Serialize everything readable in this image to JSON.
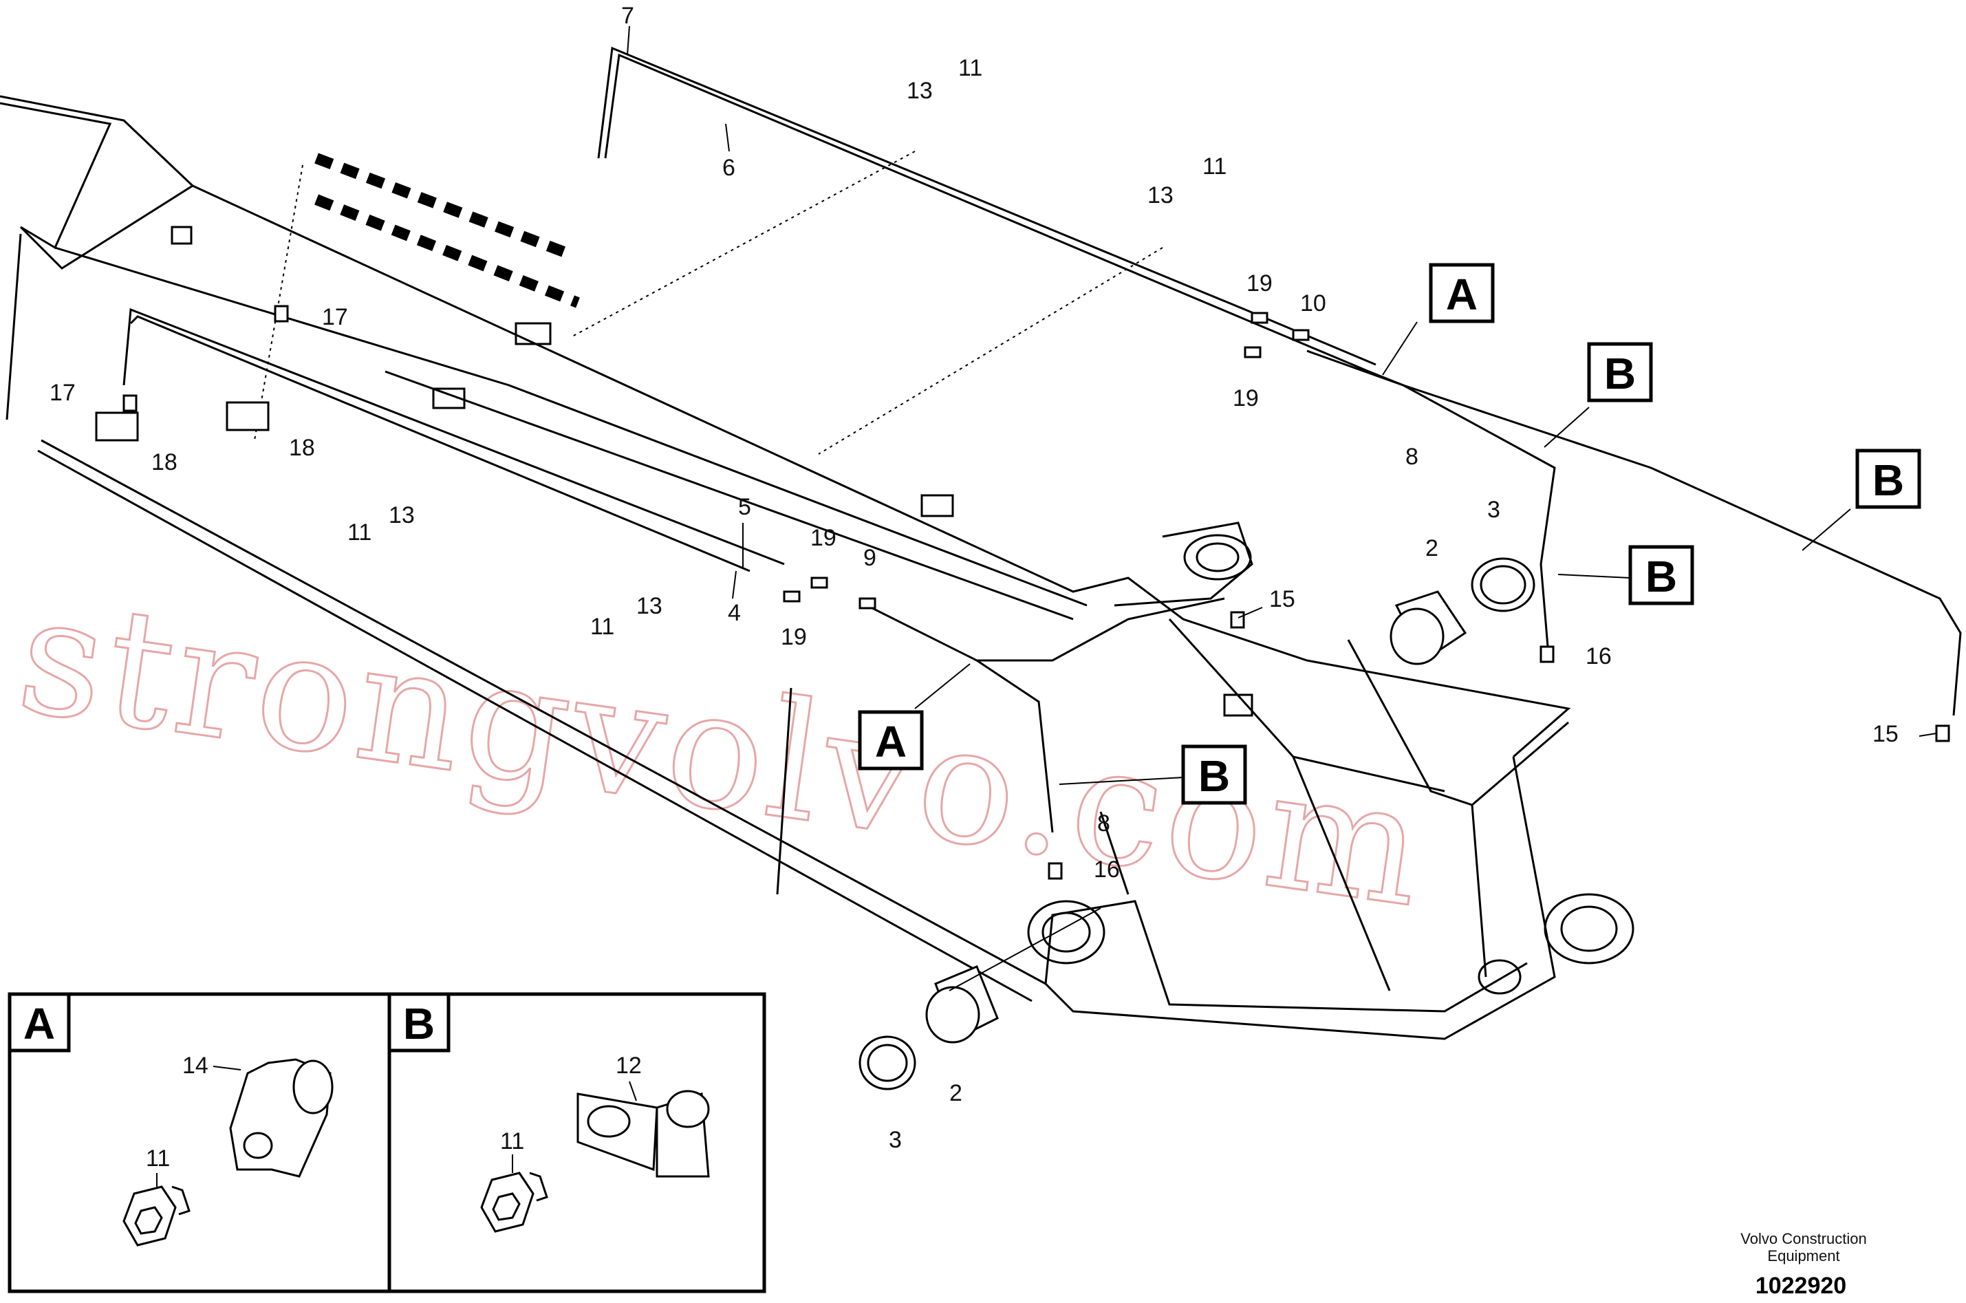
{
  "diagram": {
    "callouts": {
      "c7": "7",
      "c6": "6",
      "c13a": "13",
      "c11a": "11",
      "c13b": "13",
      "c11b": "11",
      "c17a": "17",
      "c17b": "17",
      "c18a": "18",
      "c18b": "18",
      "c11c": "11",
      "c13c": "13",
      "c5": "5",
      "c4": "4",
      "c11d": "11",
      "c13d": "13",
      "c19a": "19",
      "c19b": "19",
      "c9": "9",
      "c19c": "19",
      "c10": "10",
      "c19d": "19",
      "c8a": "8",
      "c8b": "8",
      "c3a": "3",
      "c2a": "2",
      "c15a": "15",
      "c16a": "16",
      "c15b": "15",
      "c16b": "16",
      "c2b": "2",
      "c3b": "3"
    },
    "section_marks": {
      "a1": "A",
      "b1": "B",
      "b2": "B",
      "b3": "B",
      "a2": "A",
      "b4": "B"
    },
    "detail_panels": {
      "a": {
        "title": "A",
        "clip_label": "14",
        "bolt_label": "11"
      },
      "b": {
        "title": "B",
        "clip_label": "12",
        "bolt_label": "11"
      }
    },
    "watermark": "strongvolvo.com",
    "footer": {
      "company": "Volvo Construction",
      "company2": "Equipment",
      "doc_number": "1022920"
    }
  }
}
